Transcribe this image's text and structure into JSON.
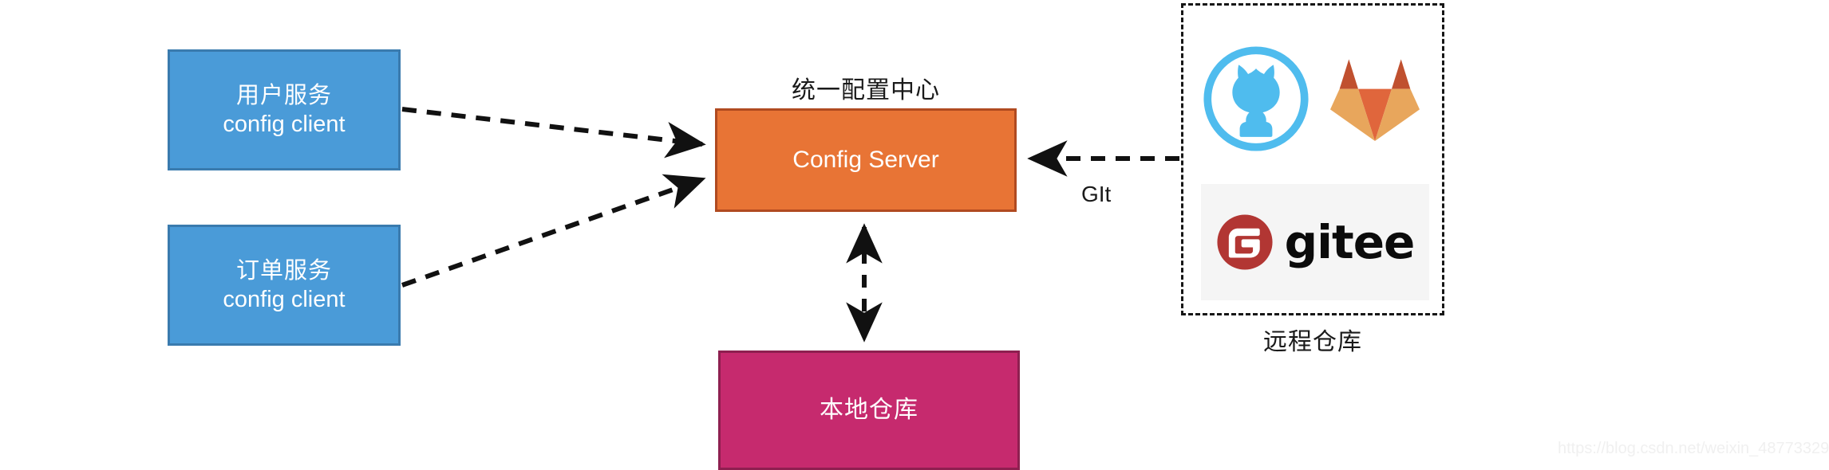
{
  "diagram": {
    "title_label": "统一配置中心",
    "nodes": {
      "user_service": {
        "line_cn": "用户服务",
        "line_en": "config client",
        "fill": "#4A9BD8",
        "border": "#3A7BAE"
      },
      "order_service": {
        "line_cn": "订单服务",
        "line_en": "config client",
        "fill": "#4A9BD8",
        "border": "#3A7BAE"
      },
      "config_server": {
        "label": "Config Server",
        "fill": "#E87435",
        "border": "#B04A20"
      },
      "local_repo": {
        "label": "本地仓库",
        "fill": "#C62A6E",
        "border": "#8E1F50"
      },
      "remote_repo": {
        "caption": "远程仓库",
        "border": "#161616"
      }
    },
    "edges": {
      "git_label": "GIt"
    },
    "logos": {
      "github": {
        "name": "github-octocat-logo",
        "color": "#4FBCEE"
      },
      "gitlab": {
        "name": "gitlab-tanuki-logo",
        "dark": "#C0502F",
        "mid": "#E0663C",
        "light": "#E8A65C"
      },
      "gitee": {
        "name": "gitee-logo",
        "wordmark": "gitee",
        "mark_color": "#B23633",
        "panel": "#F5F5F5"
      }
    }
  },
  "watermark": {
    "text": "https://blog.csdn.net/weixin_48773329"
  }
}
